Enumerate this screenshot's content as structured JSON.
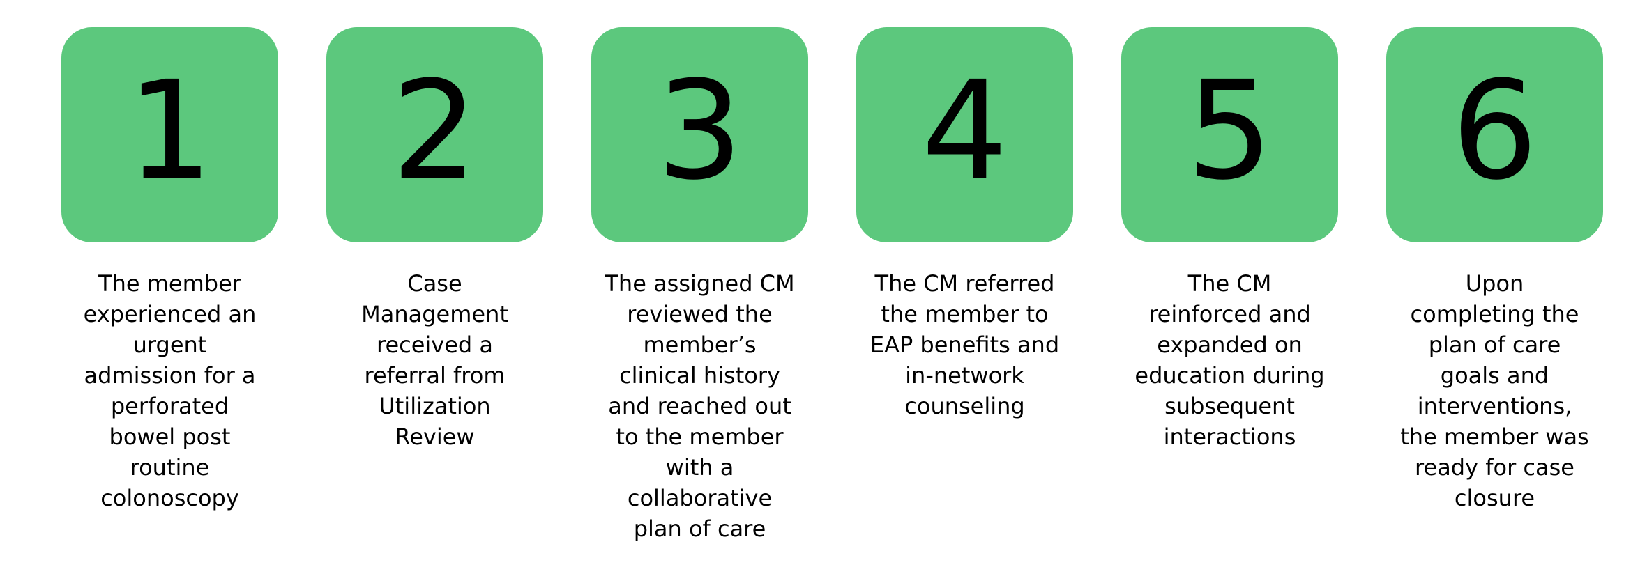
{
  "diagram": {
    "type": "numbered-process-steps",
    "accent_color": "#5CC87D",
    "number_color": "#000000",
    "text_color": "#000000",
    "steps": [
      {
        "number": "1",
        "caption_lines": [
          "The member",
          "experienced an",
          "urgent",
          "admission for a",
          "perforated",
          "bowel post",
          "routine",
          "colonoscopy"
        ]
      },
      {
        "number": "2",
        "caption_lines": [
          "Case",
          "Management",
          "received a",
          "referral from",
          "Utilization",
          "Review"
        ]
      },
      {
        "number": "3",
        "caption_lines": [
          "The assigned CM",
          "reviewed the",
          "member’s",
          "clinical history",
          "and reached out",
          "to the member",
          "with a",
          "collaborative",
          "plan of care"
        ]
      },
      {
        "number": "4",
        "caption_lines": [
          "The CM referred",
          "the member to",
          "EAP benefits and",
          "in-network",
          "counseling"
        ]
      },
      {
        "number": "5",
        "caption_lines": [
          "The CM",
          "reinforced and",
          "expanded on",
          "education during",
          "subsequent",
          "interactions"
        ]
      },
      {
        "number": "6",
        "caption_lines": [
          "Upon",
          "completing the",
          "plan of care",
          "goals and",
          "interventions,",
          "the member was",
          "ready for case",
          "closure"
        ]
      }
    ]
  }
}
